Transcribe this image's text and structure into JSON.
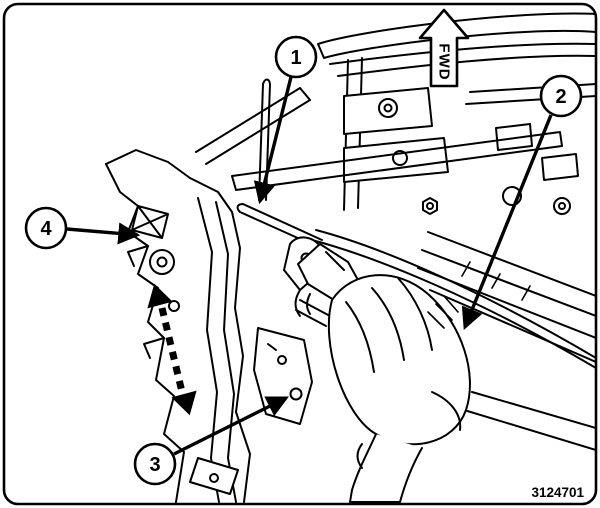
{
  "figure": {
    "number": "3124701"
  },
  "fwd_arrow": {
    "label": "FWD"
  },
  "callouts": [
    {
      "label": "1"
    },
    {
      "label": "2"
    },
    {
      "label": "3"
    },
    {
      "label": "4"
    }
  ],
  "motion_arrow": {
    "direction": "up-down"
  },
  "colors": {
    "ink": "#000000",
    "paper": "#ffffff"
  }
}
